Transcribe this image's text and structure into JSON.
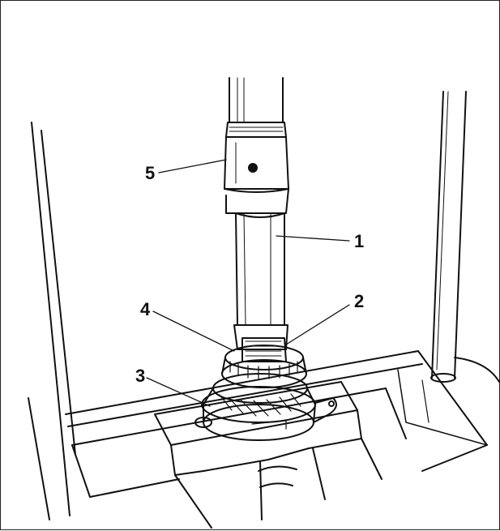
{
  "diagram": {
    "callouts": [
      {
        "id": "1",
        "label": "1"
      },
      {
        "id": "2",
        "label": "2"
      },
      {
        "id": "3",
        "label": "3"
      },
      {
        "id": "4",
        "label": "4"
      },
      {
        "id": "5",
        "label": "5"
      }
    ],
    "colors": {
      "line": "#111111",
      "background": "#ffffff",
      "frame": "#222222"
    }
  }
}
